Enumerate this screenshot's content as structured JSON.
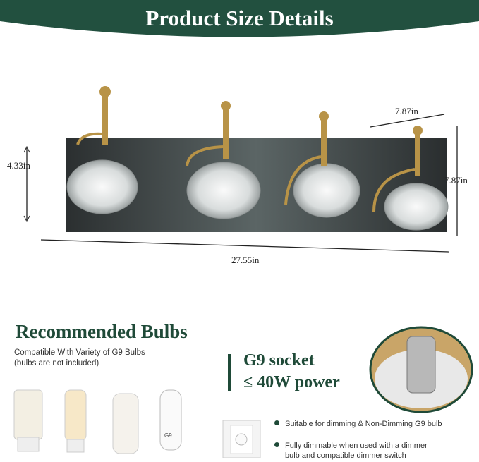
{
  "header": {
    "title": "Product Size Details",
    "color": "#22503f"
  },
  "dimensions": {
    "height_left": "4.33in",
    "shade_width": "7.87in",
    "height_right": "7.87in",
    "total_length": "27.55in"
  },
  "bulbs": {
    "title": "Recommended Bulbs",
    "subtitle_line1": "Compatible With Variety of G9 Bulbs",
    "subtitle_line2": "(bulbs are not included)",
    "bulb_label": "G9"
  },
  "socket": {
    "line1": "G9 socket",
    "line2": "≤ 40W power"
  },
  "dimmer": {
    "bullet1": "Suitable for dimming & Non-Dimming G9 bulb",
    "bullet2_line1": "Fully dimmable when used with a dimmer",
    "bullet2_line2": "bulb and compatible dimmer switch"
  }
}
